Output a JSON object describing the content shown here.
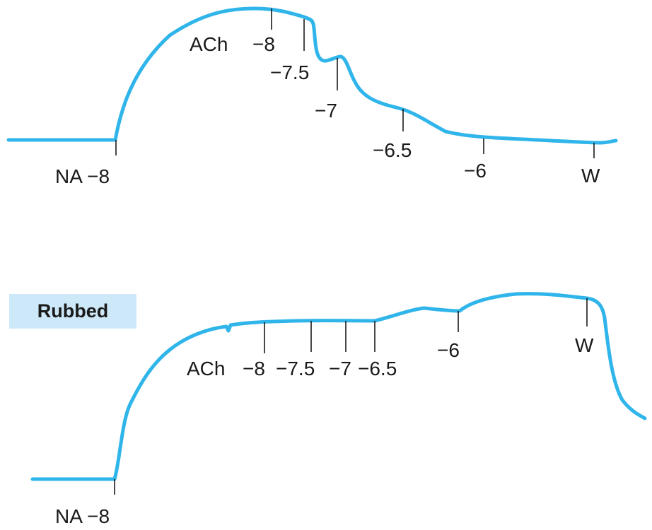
{
  "top_panel": {
    "labels": {
      "na": "NA −8",
      "ach": "ACh",
      "m8": "−8",
      "m75": "−7.5",
      "m7": "−7",
      "m65": "−6.5",
      "m6": "−6",
      "w": "W"
    }
  },
  "bottom_panel": {
    "badge": "Rubbed",
    "labels": {
      "na": "NA −8",
      "ach": "ACh",
      "m8": "−8",
      "m75": "−7.5",
      "m7": "−7",
      "m65": "−6.5",
      "m6": "−6",
      "w": "W"
    }
  },
  "colors": {
    "trace": "#2fb5ea",
    "badge_bg": "#cde9f9",
    "text": "#1a1a1a"
  }
}
